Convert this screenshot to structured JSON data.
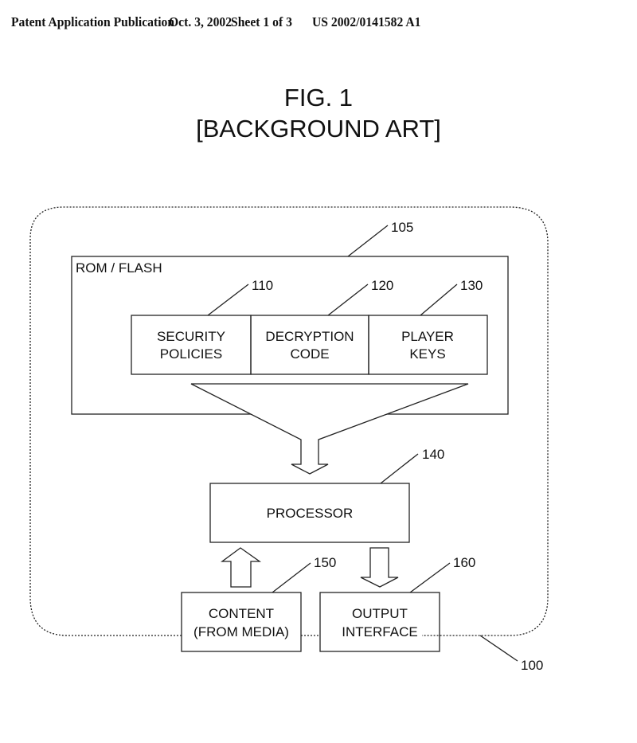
{
  "header": {
    "publication": "Patent Application Publication",
    "date": "Oct. 3, 2002",
    "sheet": "Sheet 1 of 3",
    "number": "US 2002/0141582 A1"
  },
  "figure": {
    "title": "FIG. 1",
    "subtitle": "[BACKGROUND ART]"
  },
  "diagram": {
    "device": {
      "ref": "100"
    },
    "rom": {
      "label": "ROM / FLASH",
      "ref": "105"
    },
    "blocks": [
      {
        "ref": "110",
        "line1": "SECURITY",
        "line2": "POLICIES"
      },
      {
        "ref": "120",
        "line1": "DECRYPTION",
        "line2": "CODE"
      },
      {
        "ref": "130",
        "line1": "PLAYER",
        "line2": "KEYS"
      }
    ],
    "processor": {
      "label": "PROCESSOR",
      "ref": "140"
    },
    "content": {
      "line1": "CONTENT",
      "line2": "(FROM MEDIA)",
      "ref": "150"
    },
    "output": {
      "line1": "OUTPUT",
      "line2": "INTERFACE",
      "ref": "160"
    }
  }
}
